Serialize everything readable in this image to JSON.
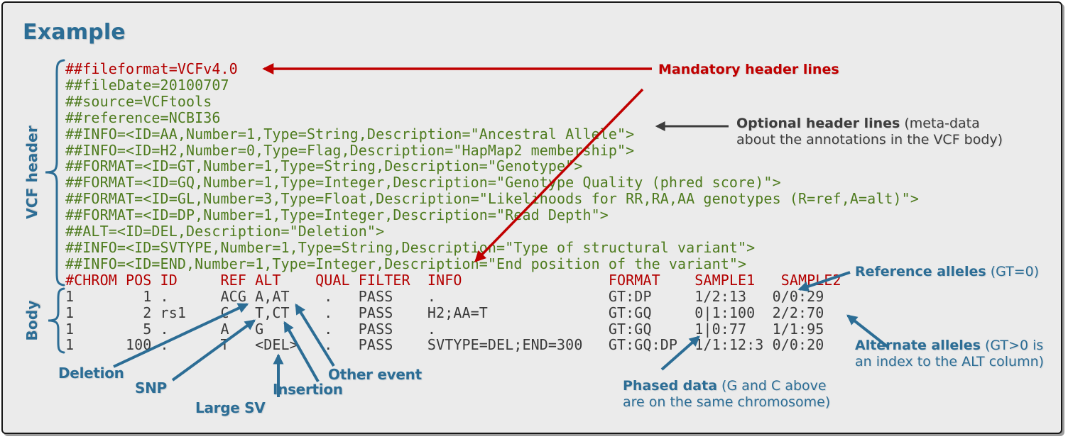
{
  "title": "Example",
  "colors": {
    "accent_blue": "#2c6d95",
    "code_green": "#4e7b1e",
    "code_red": "#b30000",
    "annotation_red": "#c00000",
    "annotation_gray": "#3d3d3d",
    "body_text": "#3a3a3a",
    "background": "#ebebeb"
  },
  "side_labels": {
    "header": "VCF header",
    "body": "Body"
  },
  "vcf": {
    "lines": [
      {
        "type": "mandatory",
        "text": "##fileformat=VCFv4.0"
      },
      {
        "type": "meta",
        "text": "##fileDate=20100707"
      },
      {
        "type": "meta",
        "text": "##source=VCFtools"
      },
      {
        "type": "meta",
        "text": "##reference=NCBI36"
      },
      {
        "type": "meta",
        "text": "##INFO=<ID=AA,Number=1,Type=String,Description=\"Ancestral Allele\">"
      },
      {
        "type": "meta",
        "text": "##INFO=<ID=H2,Number=0,Type=Flag,Description=\"HapMap2 membership\">"
      },
      {
        "type": "meta",
        "text": "##FORMAT=<ID=GT,Number=1,Type=String,Description=\"Genotype\">"
      },
      {
        "type": "meta",
        "text": "##FORMAT=<ID=GQ,Number=1,Type=Integer,Description=\"Genotype Quality (phred score)\">"
      },
      {
        "type": "meta",
        "text": "##FORMAT=<ID=GL,Number=3,Type=Float,Description=\"Likelihoods for RR,RA,AA genotypes (R=ref,A=alt)\">"
      },
      {
        "type": "meta",
        "text": "##FORMAT=<ID=DP,Number=1,Type=Integer,Description=\"Read Depth\">"
      },
      {
        "type": "meta",
        "text": "##ALT=<ID=DEL,Description=\"Deletion\">"
      },
      {
        "type": "meta",
        "text": "##INFO=<ID=SVTYPE,Number=1,Type=String,Description=\"Type of structural variant\">"
      },
      {
        "type": "meta",
        "text": "##INFO=<ID=END,Number=1,Type=Integer,Description=\"End position of the variant\">"
      },
      {
        "type": "columns",
        "text": "#CHROM POS ID     REF ALT    QUAL FILTER  INFO                 FORMAT    SAMPLE1   SAMPLE2"
      },
      {
        "type": "row",
        "text": "1        1 .      ACG A,AT    .   PASS    .                    GT:DP     1/2:13   0/0:29"
      },
      {
        "type": "row",
        "text": "1        2 rs1    C   T,CT    .   PASS    H2;AA=T              GT:GQ     0|1:100  2/2:70"
      },
      {
        "type": "row",
        "text": "1        5 .      A   G       .   PASS    .                    GT:GQ     1|0:77   1/1:95"
      },
      {
        "type": "row",
        "text": "1      100 .      T   <DEL>   .   PASS    SVTYPE=DEL;END=300   GT:GQ:DP  1/1:12:3 0/0:20"
      }
    ]
  },
  "annotations": {
    "mandatory": {
      "label": "Mandatory header lines"
    },
    "optional": {
      "bold": "Optional header lines",
      "rest": " (meta-data",
      "line2": "about the annotations in the VCF body)"
    },
    "reference": {
      "bold": "Reference alleles",
      "rest": " (GT=0)"
    },
    "alternate": {
      "bold": "Alternate alleles",
      "rest": " (GT>0 is",
      "line2": "an index to the ALT column)"
    },
    "phased": {
      "bold": "Phased data",
      "rest": " (G and C above",
      "line2": "are on the same chromosome)"
    },
    "deletion": "Deletion",
    "snp": "SNP",
    "large_sv": "Large SV",
    "insertion": "Insertion",
    "other_event": "Other event"
  }
}
